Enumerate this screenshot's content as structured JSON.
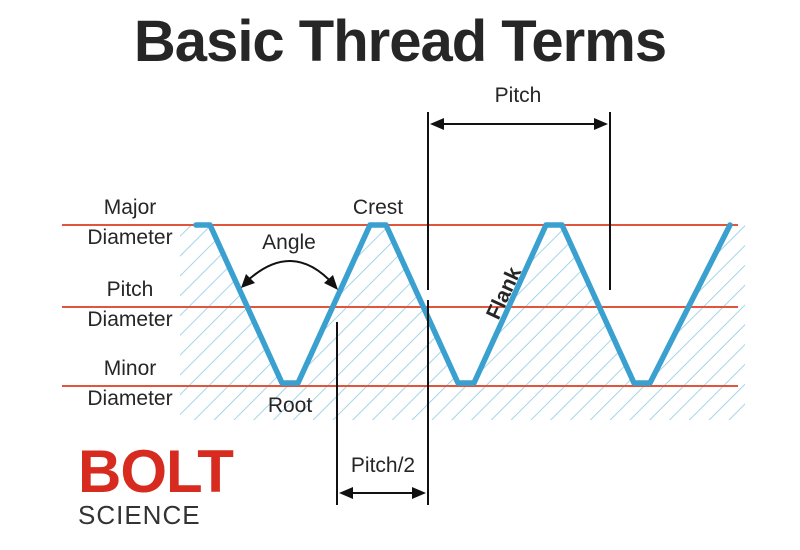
{
  "title": "Basic Thread Terms",
  "labels": {
    "major_1": "Major",
    "major_2": "Diameter",
    "pitch_1": "Pitch",
    "pitch_2": "Diameter",
    "minor_1": "Minor",
    "minor_2": "Diameter",
    "crest": "Crest",
    "angle": "Angle",
    "root": "Root",
    "flank": "Flank",
    "pitch": "Pitch",
    "half_pitch": "Pitch/2"
  },
  "logo": {
    "top": "BOLT",
    "bottom": "SCIENCE"
  },
  "colors": {
    "thread": "#3aa0cf",
    "hatch": "#8fcbe3",
    "reference_line": "#e0553c",
    "text": "#262626",
    "logo_red": "#d62b1e"
  }
}
